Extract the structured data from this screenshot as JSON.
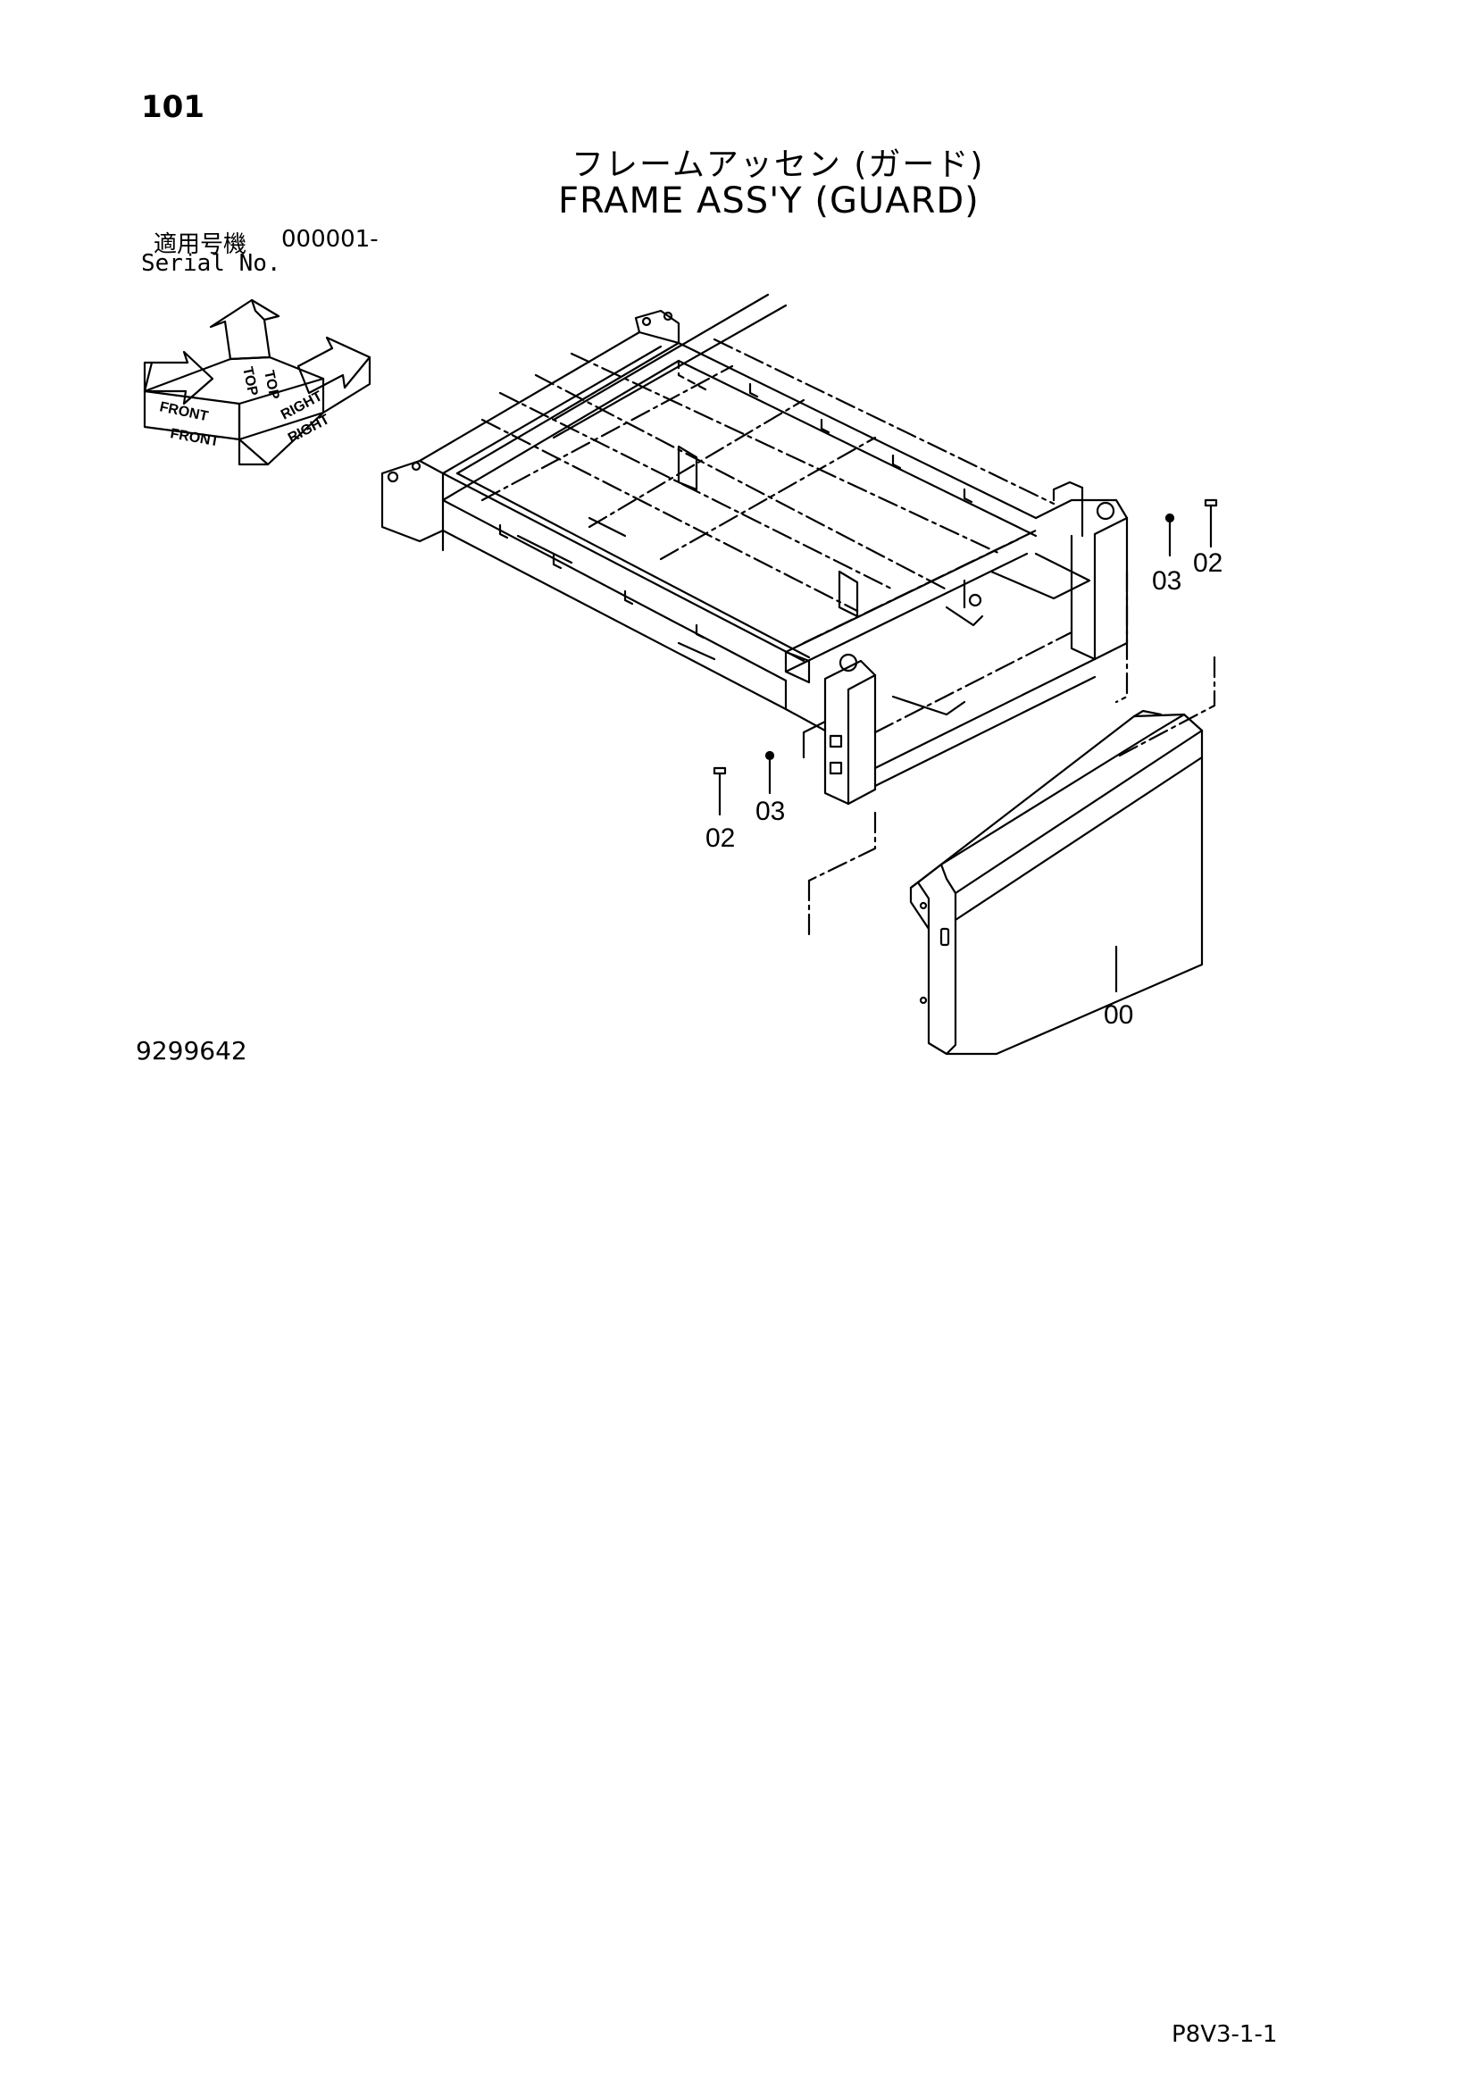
{
  "header": {
    "page_number": "101",
    "title_jp": "フレームアッセン (ガード)",
    "title_en": "FRAME ASS'Y (GUARD)",
    "serial_label_jp": "適用号機",
    "serial_value": "000001-",
    "serial_label_en": "Serial No."
  },
  "orientation": {
    "top": "TOP",
    "front": "FRONT",
    "right": "RIGHT"
  },
  "callouts": {
    "guard": "00",
    "bolt_right": "02",
    "washer_right": "03",
    "bolt_left": "02",
    "washer_left": "03"
  },
  "footer": {
    "drawing_number": "9299642",
    "page_ref": "P8V3-1-1"
  }
}
